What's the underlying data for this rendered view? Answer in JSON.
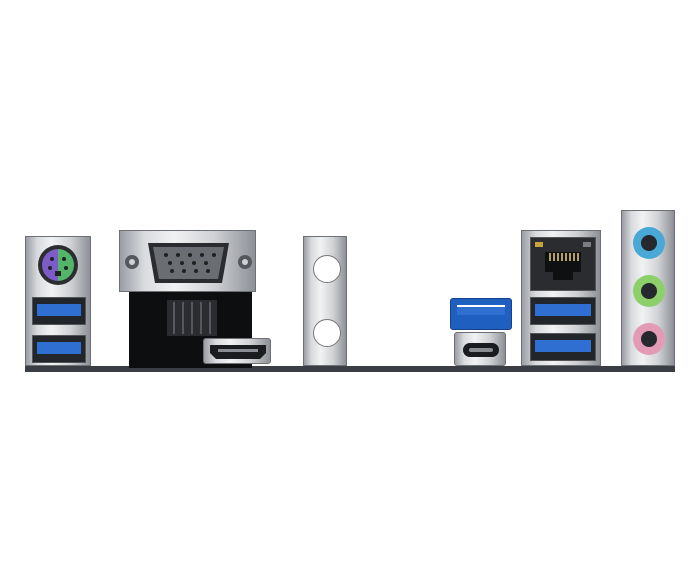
{
  "subject": "motherboard-rear-io-panel",
  "colors": {
    "background": "#ffffff",
    "pcb_strip": "#3a3d42",
    "usb3_blue": "#2f6fd1",
    "ps2_purple": "#7d5cc7",
    "ps2_green": "#52b56a",
    "audio_blue": "#4aa8d6",
    "audio_green": "#8ccf6b",
    "audio_pink": "#e39ab5",
    "metal": "#c8cacd"
  },
  "ports": [
    {
      "name": "ps2-combo-port",
      "icon": "ps2-icon"
    },
    {
      "name": "usb3-port",
      "count": 2,
      "icon": "usb-icon"
    },
    {
      "name": "vga-port",
      "icon": "vga-icon"
    },
    {
      "name": "hdmi-port",
      "icon": "hdmi-icon"
    },
    {
      "name": "usb3-port",
      "icon": "usb-icon"
    },
    {
      "name": "usb-c-port",
      "icon": "usb-c-icon"
    },
    {
      "name": "rj45-lan-port",
      "icon": "ethernet-icon"
    },
    {
      "name": "usb3-port",
      "count": 2,
      "icon": "usb-icon"
    },
    {
      "name": "audio-jack",
      "count": 3,
      "icon": "audio-jack-icon"
    }
  ]
}
